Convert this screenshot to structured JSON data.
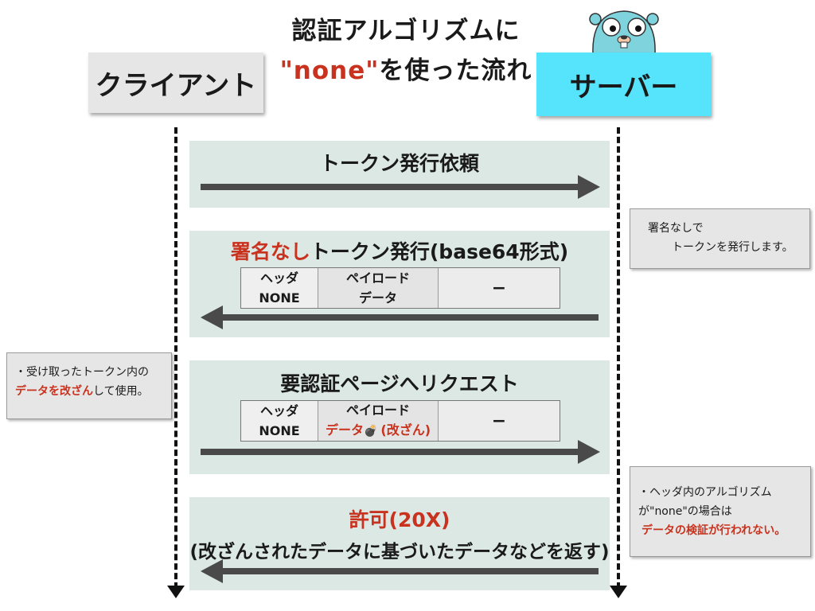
{
  "title": {
    "line1": "認証アルゴリズムに",
    "line2_highlight": "\"none\"",
    "line2_rest": "を使った流れ"
  },
  "actors": {
    "client": "クライアント",
    "server": "サーバー"
  },
  "steps": [
    {
      "title": "トークン発行依頼",
      "direction": "right"
    },
    {
      "title_highlight": "署名なし",
      "title_rest": "トークン発行(base64形式)",
      "direction": "left",
      "token": {
        "header_line1": "ヘッダ",
        "header_line2": "NONE",
        "payload_line1": "ペイロード",
        "payload_line2": "データ",
        "signature": "−"
      }
    },
    {
      "title": "要認証ページへリクエスト",
      "direction": "right",
      "token": {
        "header_line1": "ヘッダ",
        "header_line2": "NONE",
        "payload_line1": "ペイロード",
        "payload_line2": "データ",
        "payload_bomb": "💣",
        "payload_tampered": "(改ざん)",
        "signature": "−"
      }
    },
    {
      "title_highlight": "許可(20X)",
      "subtitle": "(改ざんされたデータに基づいたデータなどを返す)",
      "direction": "left"
    }
  ],
  "notes": {
    "server1": {
      "line1": "署名なしで",
      "line2": "トークンを発行します。"
    },
    "client": {
      "line1": "・受け取ったトークン内の",
      "line2_highlight": "データを改ざん",
      "line2_rest": "して使用。"
    },
    "server2": {
      "line1": "・ヘッダ内のアルゴリズム",
      "line2": "が\"none\"の場合は",
      "line3_highlight": "データの検証が行われない。"
    }
  },
  "colors": {
    "accent_red": "#c8321e",
    "server_box": "#55e4fb",
    "client_box": "#e6e6e6",
    "band": "#dce8e4",
    "arrow": "#4a4a4a"
  },
  "mascot": "gopher"
}
